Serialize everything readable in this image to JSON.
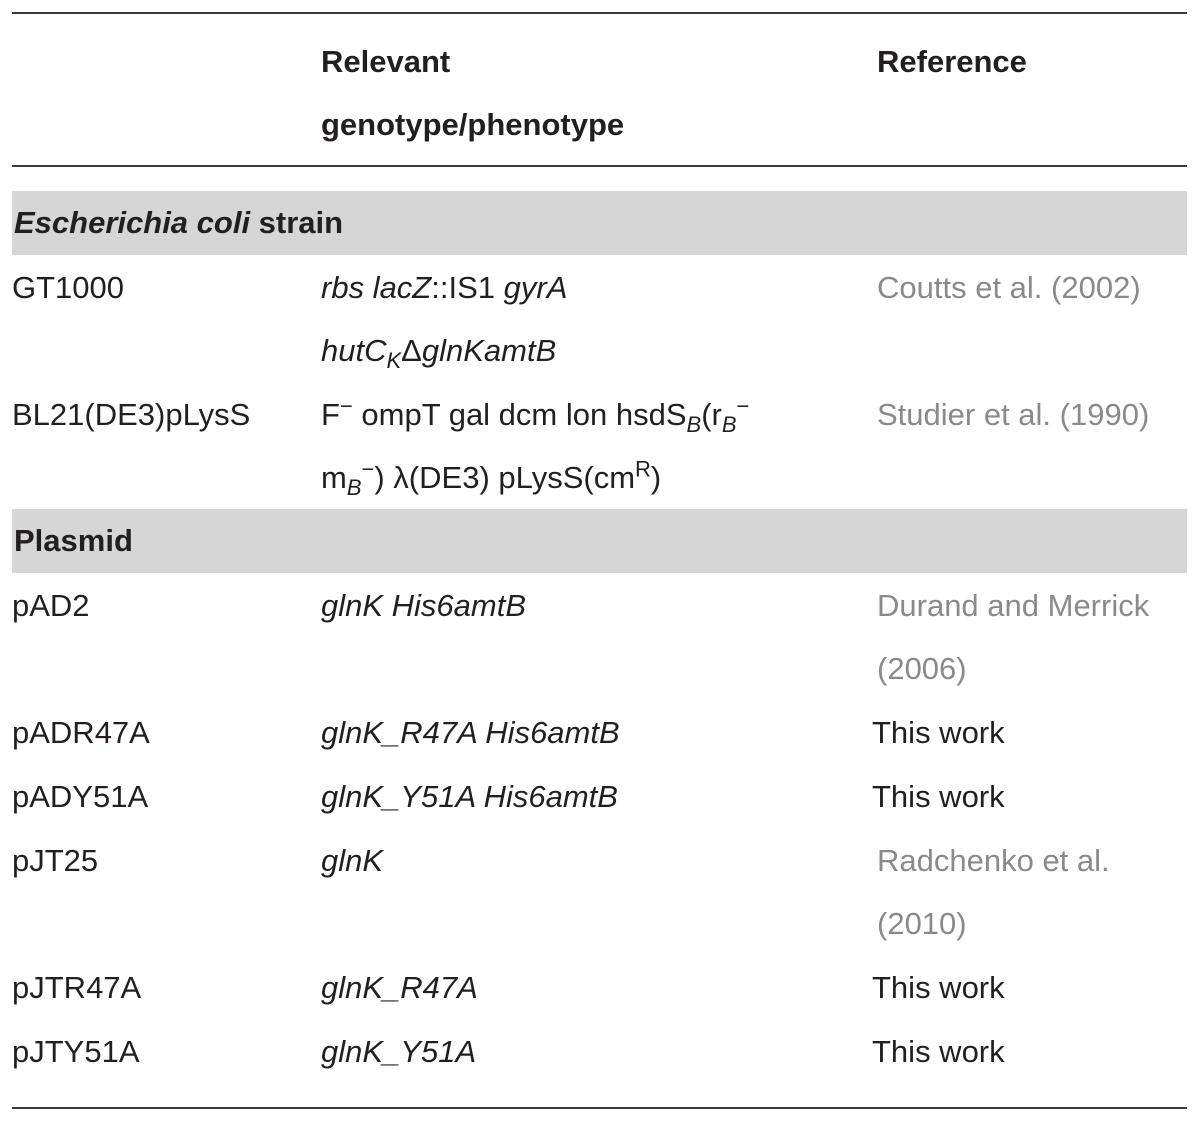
{
  "header": {
    "col2_line1": "Relevant",
    "col2_line2": "genotype/phenotype",
    "col3": "Reference"
  },
  "sections": {
    "strain": {
      "label_italic": "Escherichia coli",
      "label_rest": " strain"
    },
    "plasmid": {
      "label": "Plasmid"
    }
  },
  "rows": {
    "gt1000": {
      "name": "GT1000",
      "g_l1": {
        "a": "rbs lacZ",
        "b": "::IS1 ",
        "c": "gyrA"
      },
      "g_l2": {
        "a": "hutC",
        "sub": "K",
        "b": "Δ",
        "c": "glnKamtB"
      },
      "ref": "Coutts et al. (2002)"
    },
    "bl21": {
      "name": "BL21(DE3)pLysS",
      "g_l1": {
        "a": "F",
        "sup": "−",
        "b": " ompT gal dcm lon hsdS",
        "sub1": "B",
        "c": "(r",
        "sub2": "B",
        "sup2": "−"
      },
      "g_l2": {
        "a": "m",
        "sub": "B",
        "sup": "−",
        "b": ") λ(DE3) pLysS(cm",
        "sup2": "R",
        "c": ")"
      },
      "ref": "Studier et al. (1990)"
    },
    "pad2": {
      "name": "pAD2",
      "genotype": "glnK His6amtB",
      "ref_l1": "Durand and Merrick",
      "ref_l2": "(2006)"
    },
    "padr47a": {
      "name": "pADR47A",
      "genotype": "glnK_R47A His6amtB",
      "ref": "This work"
    },
    "pady51a": {
      "name": "pADY51A",
      "genotype": "glnK_Y51A His6amtB",
      "ref": "This work"
    },
    "pjt25": {
      "name": "pJT25",
      "genotype": "glnK",
      "ref_l1": "Radchenko et al.",
      "ref_l2": "(2010)"
    },
    "pjtr47a": {
      "name": "pJTR47A",
      "genotype": "glnK_R47A",
      "ref": "This work"
    },
    "pjty51a": {
      "name": "pJTY51A",
      "genotype": "glnK_Y51A",
      "ref": "This work"
    }
  }
}
